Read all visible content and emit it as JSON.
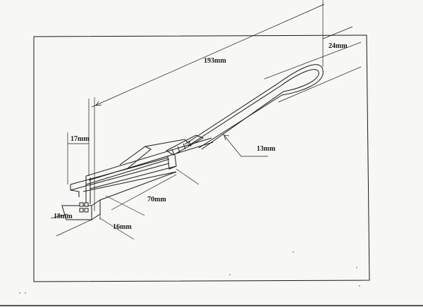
{
  "drawing": {
    "dimensions": {
      "overall_length": "193mm",
      "loop_width": "24mm",
      "wire_offset": "13mm",
      "base_length": "70mm",
      "upright_height": "17mm",
      "base_depth": "18mm",
      "base_width": "16mm"
    }
  },
  "colors": {
    "paper": "#f7f7f5",
    "ink": "#1a1a1a"
  }
}
